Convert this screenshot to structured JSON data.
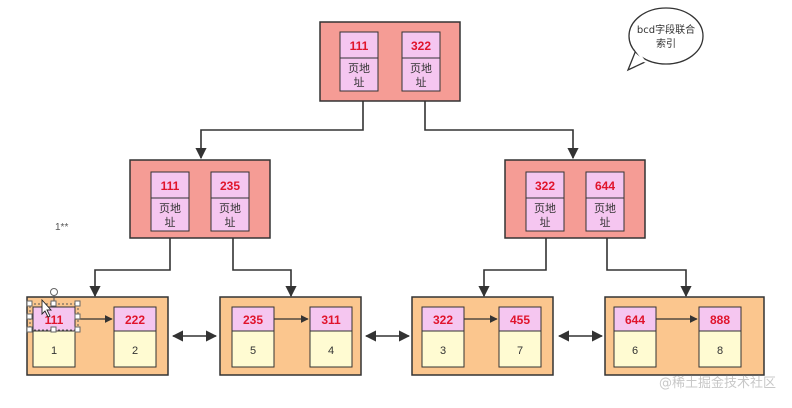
{
  "bubble": {
    "line1": "bcd字段联合",
    "line2": "索引"
  },
  "note": "1**",
  "root": {
    "keys": [
      {
        "key": "111",
        "line1": "页地",
        "line2": "址"
      },
      {
        "key": "322",
        "line1": "页地",
        "line2": "址"
      }
    ]
  },
  "inner_left": {
    "keys": [
      {
        "key": "111",
        "line1": "页地",
        "line2": "址"
      },
      {
        "key": "235",
        "line1": "页地",
        "line2": "址"
      }
    ]
  },
  "inner_right": {
    "keys": [
      {
        "key": "322",
        "line1": "页地",
        "line2": "址"
      },
      {
        "key": "644",
        "line1": "页地",
        "line2": "址"
      }
    ]
  },
  "leaves": [
    {
      "entries": [
        {
          "key": "111",
          "value": "1"
        },
        {
          "key": "222",
          "value": "2"
        }
      ]
    },
    {
      "entries": [
        {
          "key": "235",
          "value": "5"
        },
        {
          "key": "311",
          "value": "4"
        }
      ]
    },
    {
      "entries": [
        {
          "key": "322",
          "value": "3"
        },
        {
          "key": "455",
          "value": "7"
        }
      ]
    },
    {
      "entries": [
        {
          "key": "644",
          "value": "6"
        },
        {
          "key": "888",
          "value": "8"
        }
      ]
    }
  ],
  "watermark": "@稀土掘金技术社区"
}
